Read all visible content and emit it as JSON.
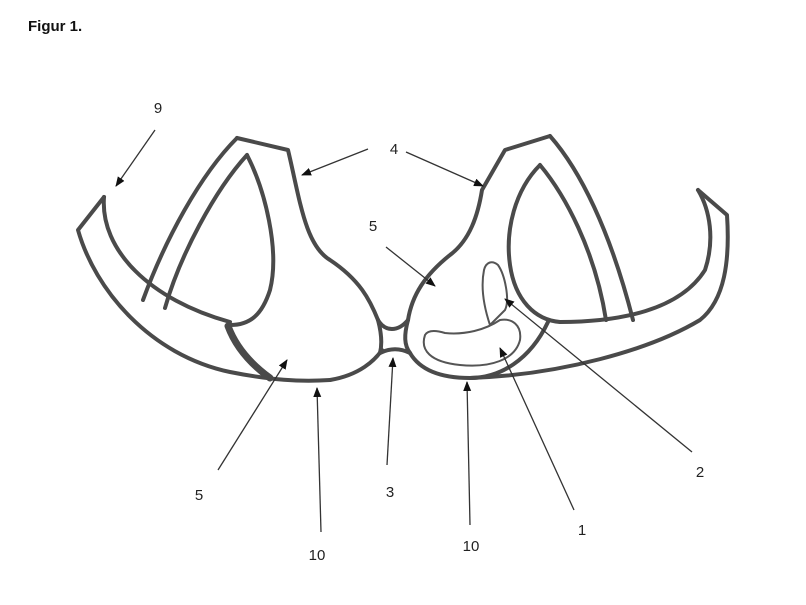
{
  "figure": {
    "title": "Figur 1.",
    "stroke_color": "#4a4a4a",
    "leader_color": "#333333"
  },
  "labels": {
    "l9": "9",
    "l4": "4",
    "l5_top": "5",
    "l5_bottom": "5",
    "l3": "3",
    "l10_left": "10",
    "l10_right": "10",
    "l1": "1",
    "l2": "2"
  }
}
